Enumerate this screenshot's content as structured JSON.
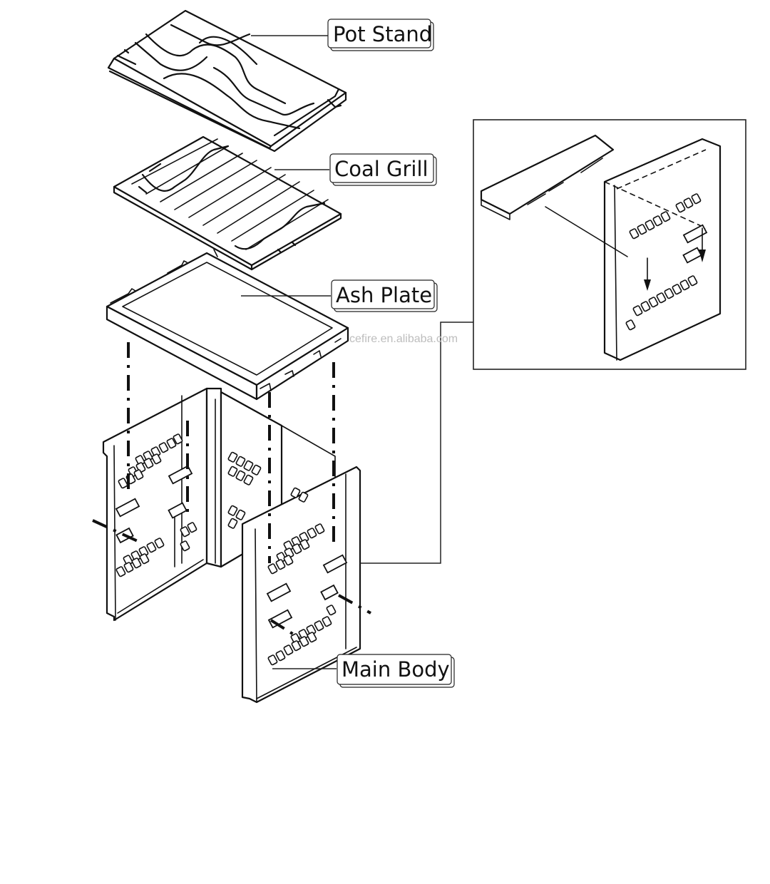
{
  "labels": {
    "pot_stand": "Pot Stand",
    "coal_grill": "Coal Grill",
    "ash_plate": "Ash Plate",
    "main_body": "Main Body"
  },
  "watermark": "cefire.en.alibaba.com"
}
